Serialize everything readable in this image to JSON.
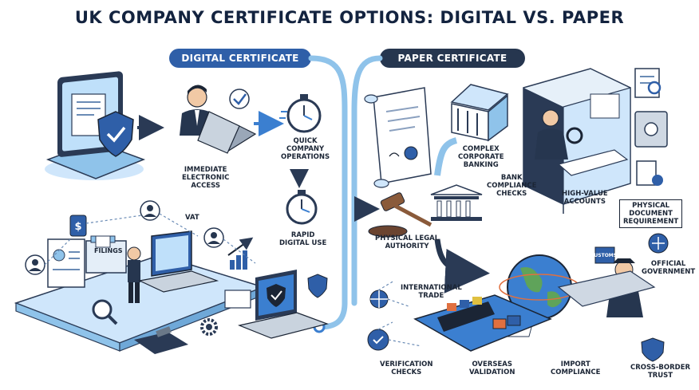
{
  "title": "UK COMPANY CERTIFICATE OPTIONS: DIGITAL VS. PAPER",
  "sections": {
    "digital": "DIGITAL CERTIFICATE",
    "paper": "PAPER CERTIFICATE"
  },
  "digital_labels": {
    "immediate": "IMMEDIATE\nELECTRONIC\nACCESS",
    "quick": "QUICK\nCOMPANY\nOPERATIONS",
    "rapid": "RAPID\nDIGITAL USE",
    "vat": "VAT",
    "filings": "FILINGS"
  },
  "paper_labels": {
    "legal": "PHYSICAL LEGAL\nAUTHORITY",
    "banking": "COMPLEX\nCORPORATE\nBANKING",
    "bank_checks": "BANK\nCOMPLIANCE\nCHECKS",
    "high_value": "HIGH-VALUE\nACCOUNTS",
    "physical_doc": "PHYSICAL\nDOCUMENT\nREQUIREMENT",
    "official_gov": "OFFICIAL\nGOVERNMENT",
    "international": "INTERNATIONAL\nTRADE",
    "verification": "VERIFICATION\nCHECKS",
    "overseas": "OVERSEAS\nVALIDATION",
    "import": "IMPORT\nCOMPLIANCE",
    "cross_border": "CROSS-BORDER\nTRUST",
    "customs": "CUSTOMS"
  },
  "colors": {
    "primary_blue": "#2f5fa8",
    "light_blue": "#8fc3ea",
    "navy": "#26364f"
  }
}
